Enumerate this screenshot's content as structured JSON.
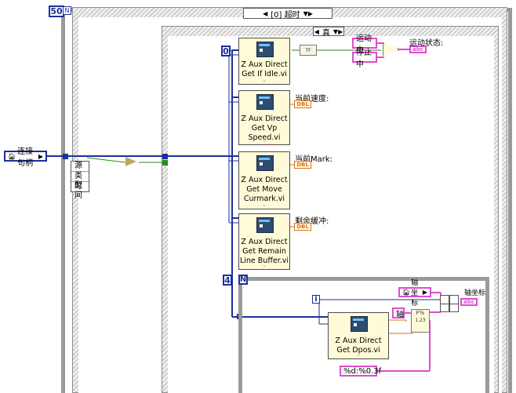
{
  "loop_count": "50",
  "outer_case": {
    "selector": "[0] 超时"
  },
  "inner_case": {
    "selector": "真"
  },
  "constants": {
    "zero": "0",
    "four": "4",
    "state_running": "运动中",
    "state_stopped": "停止中",
    "axis_name_const": "轴",
    "format_string": "%d:%0.3f"
  },
  "labels": {
    "motion_state": "运动状态:",
    "current_speed": "当前速度:",
    "current_mark": "当前Mark:",
    "remaining_buffer": "剩余缓冲:",
    "axis_coord": "轴坐标",
    "axis_coord_local": "轴坐标",
    "connection_handle": "连接句柄"
  },
  "indicators": {
    "string_type": "abc",
    "dbl_type": "DBL",
    "bool_type": "TF"
  },
  "unbundle": [
    "源",
    "类型",
    "时间"
  ],
  "for_loop": {
    "n_label": "N",
    "i_label": "i"
  },
  "vi_nodes": [
    {
      "name": "Z Aux Direct Get If Idle.vi"
    },
    {
      "name": "Z Aux Direct Get Vp Speed.vi"
    },
    {
      "name": "Z Aux Direct Get Move Curmark.vi"
    },
    {
      "name": "Z Aux Direct Get Remain Line Buffer.vi"
    },
    {
      "name": "Z Aux Direct Get Dpos.vi"
    }
  ],
  "vi_lines": [
    [
      "Z Aux Direct",
      "Get If Idle.vi"
    ],
    [
      "Z Aux Direct",
      "Get Vp",
      "Speed.vi"
    ],
    [
      "Z Aux Direct",
      "Get Move",
      "Curmark.vi"
    ],
    [
      "Z Aux Direct",
      "Get Remain",
      "Line Buffer.vi"
    ],
    [
      "Z Aux Direct",
      "Get Dpos.vi"
    ]
  ],
  "colors": {
    "wire_blue": "#1c2f9c",
    "wire_pink": "#e04bd0",
    "wire_green": "#2a8a1e",
    "wire_orange": "#e07000",
    "frame_gray": "#9a9a9a",
    "vi_bg": "#fffbd8"
  }
}
